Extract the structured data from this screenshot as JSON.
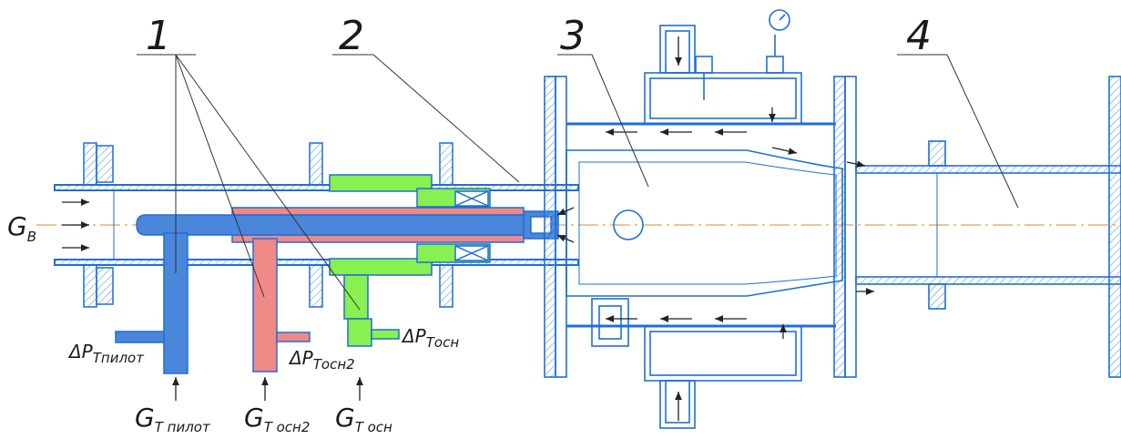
{
  "callouts": [
    "1",
    "2",
    "3",
    "4"
  ],
  "flows": {
    "air": {
      "main": "G",
      "sub": "B"
    },
    "pilot": {
      "main": "G",
      "sub": "T пилот"
    },
    "main2": {
      "main": "G",
      "sub": "T осн2"
    },
    "main": {
      "main": "G",
      "sub": "T осн"
    }
  },
  "pressures": {
    "pilot": {
      "main": "ΔP",
      "sub": "Tпилот"
    },
    "main2": {
      "main": "ΔP",
      "sub": "Tосн2"
    },
    "main": {
      "main": "ΔP",
      "sub": "Tосн"
    }
  },
  "colors": {
    "pilot_fuel": "#4a86d9",
    "main2_fuel": "#f08a86",
    "main_fuel": "#88f050",
    "metal_outline": "#1f6fd6",
    "hatch": "#6fa8e8",
    "centerline": "#e8a050"
  }
}
